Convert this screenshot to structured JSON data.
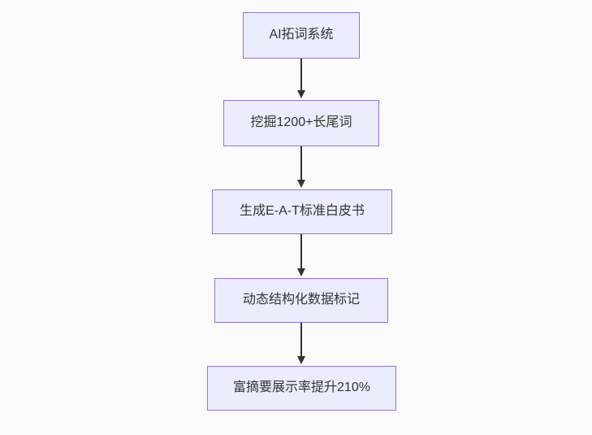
{
  "diagram": {
    "type": "flowchart",
    "direction": "top-down",
    "nodes": [
      {
        "label": "AI拓词系统"
      },
      {
        "label": "挖掘1200+长尾词"
      },
      {
        "label": "生成E-A-T标准白皮书"
      },
      {
        "label": "动态结构化数据标记"
      },
      {
        "label": "富摘要展示率提升210%"
      }
    ],
    "edges": [
      {
        "from": "AI拓词系统",
        "to": "挖掘1200+长尾词",
        "style": "arrow"
      },
      {
        "from": "挖掘1200+长尾词",
        "to": "生成E-A-T标准白皮书",
        "style": "arrow"
      },
      {
        "from": "生成E-A-T标准白皮书",
        "to": "动态结构化数据标记",
        "style": "arrow"
      },
      {
        "from": "动态结构化数据标记",
        "to": "富摘要展示率提升210%",
        "style": "arrow"
      }
    ],
    "colors": {
      "node_fill": "#ececff",
      "node_border": "#9370db",
      "edge": "#333333",
      "text": "#333333",
      "background": "#fbfbfb"
    }
  }
}
